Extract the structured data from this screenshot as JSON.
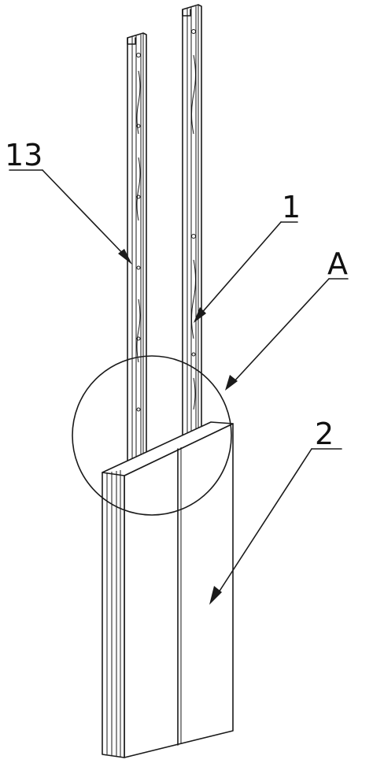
{
  "callouts": [
    {
      "id": "13",
      "label": "13"
    },
    {
      "id": "1",
      "label": "1"
    },
    {
      "id": "A",
      "label": "A"
    },
    {
      "id": "2",
      "label": "2"
    }
  ],
  "colors": {
    "line": "#1a1a1a",
    "background": "#ffffff"
  }
}
